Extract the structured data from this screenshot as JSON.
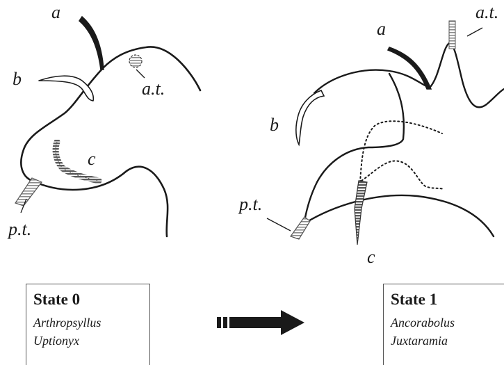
{
  "left_labels": {
    "a": "a",
    "b": "b",
    "c": "c",
    "at": "a.t.",
    "pt": "p.t."
  },
  "right_labels": {
    "a": "a",
    "b": "b",
    "c": "c",
    "at": "a.t.",
    "pt": "p.t."
  },
  "state0": {
    "title": "State 0",
    "taxa": [
      "Arthropsyllus",
      "Uptionyx"
    ]
  },
  "state1": {
    "title": "State 1",
    "taxa": [
      "Ancorabolus",
      "Juxtaramia"
    ]
  }
}
